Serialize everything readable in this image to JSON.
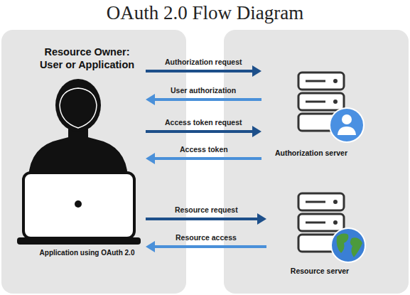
{
  "diagram": {
    "title": "OAuth 2.0 Flow Diagram",
    "nodes": [
      {
        "text": [
          "Resource Owner: User or Application",
          "Application using OAuth 2.0"
        ]
      },
      {
        "text": [
          "Authorization server"
        ]
      },
      {
        "text": [
          "Resource server"
        ]
      }
    ],
    "edges": [
      {
        "from": 0,
        "to": 1,
        "arrow": "to",
        "label": "Authorization request"
      },
      {
        "from": 1,
        "to": 0,
        "arrow": "to",
        "label": "User authorization"
      },
      {
        "from": 0,
        "to": 1,
        "arrow": "to",
        "label": "Access token request"
      },
      {
        "from": 1,
        "to": 0,
        "arrow": "to",
        "label": "Access token"
      },
      {
        "from": 0,
        "to": 2,
        "arrow": "to",
        "label": "Resource request"
      },
      {
        "from": 2,
        "to": 0,
        "arrow": "to",
        "label": "Resource access"
      }
    ]
  }
}
